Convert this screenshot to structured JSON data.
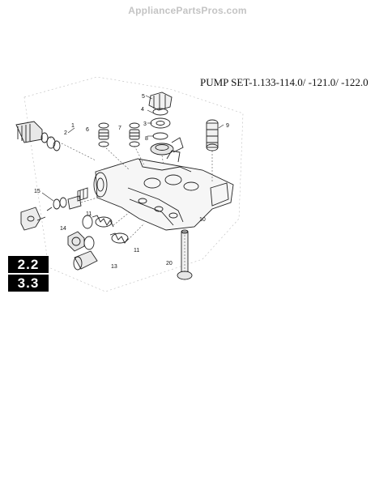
{
  "watermark": "AppliancePartsPros.com",
  "title": "PUMP SET-1.133-114.0/ -121.0/ -122.0",
  "badges": [
    "2.2",
    "3.3"
  ],
  "callouts": [
    "1",
    "2",
    "3",
    "4",
    "5",
    "6",
    "7",
    "8",
    "9",
    "10",
    "11",
    "11",
    "13",
    "14",
    "15",
    "20"
  ]
}
